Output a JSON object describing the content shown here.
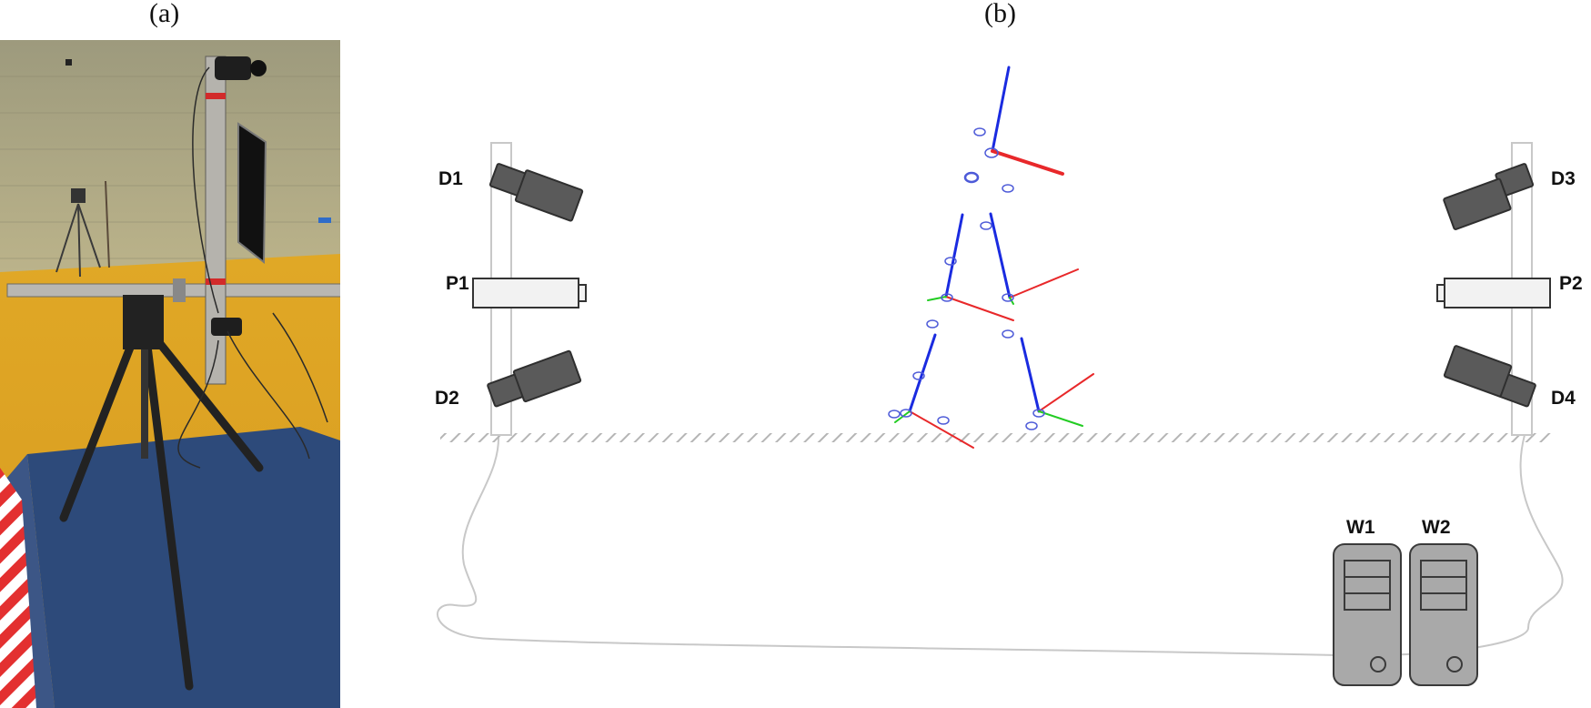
{
  "panels": {
    "a": {
      "label": "(a)"
    },
    "b": {
      "label": "(b)"
    }
  },
  "diagram": {
    "devices": {
      "D1": "D1",
      "D2": "D2",
      "D3": "D3",
      "D4": "D4",
      "P1": "P1",
      "P2": "P2",
      "W1": "W1",
      "W2": "W2"
    },
    "colors": {
      "axis_blue": "#1a2be0",
      "axis_red": "#e8282a",
      "axis_green": "#22cc22",
      "marker": "#4d5ad8",
      "camera": "#5a5a5a",
      "projector": "#f0f0f0",
      "workstation": "#a9a9a9"
    }
  }
}
